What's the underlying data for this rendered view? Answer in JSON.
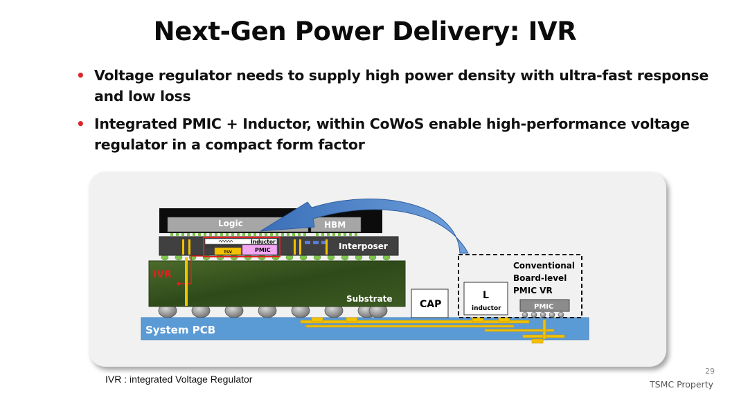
{
  "slide": {
    "title": "Next-Gen Power Delivery: IVR",
    "bullets": [
      "Voltage regulator needs to supply high power density with ultra-fast response and low loss",
      "Integrated PMIC + Inductor, within CoWoS enable high-performance voltage regulator in a compact form factor"
    ],
    "footnote": "IVR : integrated Voltage Regulator",
    "page_number": "29",
    "property": "TSMC Property"
  },
  "diagram": {
    "labels": {
      "logic": "Logic",
      "hbm": "HBM",
      "inductor": "Inductor",
      "pmic_small": "PMIC",
      "tsv": "TSV",
      "interposer": "Interposer",
      "ivr": "IVR",
      "substrate": "Substrate",
      "cap": "CAP",
      "l": "L",
      "l_inductor": "inductor",
      "conventional_line1": "Conventional",
      "conventional_line2": "Board-level",
      "conventional_line3": "PMIC VR",
      "pmic": "PMIC",
      "pcb": "System PCB"
    },
    "colors": {
      "ivr_red": "#e0201f",
      "pcb_blue": "#5b9bd5",
      "arrow_blue": "#4a7fc4",
      "solder_yellow": "#f2c100",
      "bump_green": "#7dc24b",
      "pmic_pink": "#f0a8f0",
      "substrate_green": "#35501e"
    }
  }
}
